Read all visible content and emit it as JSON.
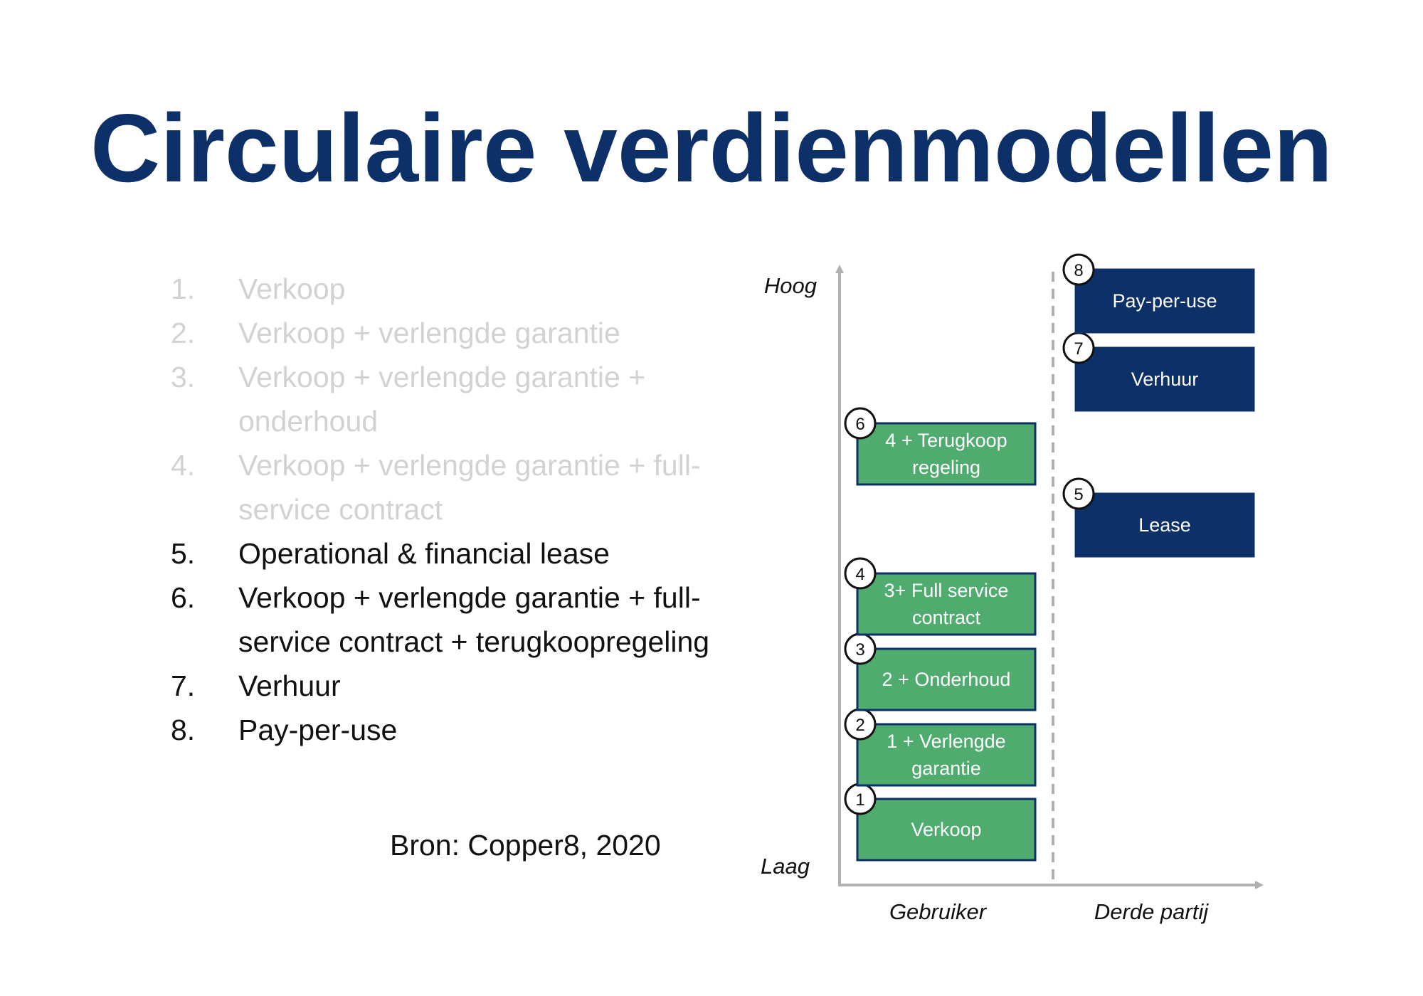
{
  "title": "Circulaire verdienmodellen",
  "list": [
    {
      "num": "1.",
      "text": "Verkoop",
      "faded": true
    },
    {
      "num": "2.",
      "text": "Verkoop + verlengde garantie",
      "faded": true
    },
    {
      "num": "3.",
      "text": "Verkoop + verlengde garantie + onderhoud",
      "faded": true
    },
    {
      "num": "4.",
      "text": "Verkoop + verlengde garantie + full-service contract",
      "faded": true
    },
    {
      "num": "5.",
      "text": "Operational & financial lease",
      "faded": false
    },
    {
      "num": "6.",
      "text": "Verkoop + verlengde garantie + full-service contract + terugkoopregeling",
      "faded": false
    },
    {
      "num": "7.",
      "text": "Verhuur",
      "faded": false
    },
    {
      "num": "8.",
      "text": "Pay-per-use",
      "faded": false
    }
  ],
  "source": "Bron: Copper8, 2020",
  "diagram": {
    "y_high_label": "Hoog",
    "y_low_label": "Laag",
    "x_categories": [
      "Gebruiker",
      "Derde partij"
    ],
    "colors": {
      "green": "#4fac6e",
      "navy": "#0d3068",
      "border": "#0d3068",
      "axis": "#b0b0b0"
    },
    "boxes": [
      {
        "num": "1",
        "column": "Gebruiker",
        "color": "green",
        "lines": [
          "Verkoop"
        ]
      },
      {
        "num": "2",
        "column": "Gebruiker",
        "color": "green",
        "lines": [
          "1 + Verlengde",
          "garantie"
        ]
      },
      {
        "num": "3",
        "column": "Gebruiker",
        "color": "green",
        "lines": [
          "2 + Onderhoud"
        ]
      },
      {
        "num": "4",
        "column": "Gebruiker",
        "color": "green",
        "lines": [
          "3+ Full service",
          "contract"
        ]
      },
      {
        "num": "6",
        "column": "Gebruiker",
        "color": "green",
        "lines": [
          "4 + Terugkoop",
          "regeling"
        ]
      },
      {
        "num": "5",
        "column": "Derde partij",
        "color": "navy",
        "lines": [
          "Lease"
        ]
      },
      {
        "num": "7",
        "column": "Derde partij",
        "color": "navy",
        "lines": [
          "Verhuur"
        ]
      },
      {
        "num": "8",
        "column": "Derde partij",
        "color": "navy",
        "lines": [
          "Pay-per-use"
        ]
      }
    ]
  }
}
